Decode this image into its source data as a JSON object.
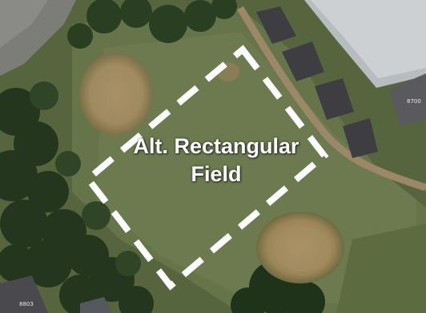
{
  "overlay": {
    "label_line1": "Alt. Rectangular",
    "label_line2": "Field",
    "dash_color": "#ffffff"
  },
  "address_labels": {
    "building_right": "8700",
    "bottom_left": "8803"
  },
  "icons": [
    "field-boundary-dashed",
    "baseball-infield",
    "building-roof",
    "trees"
  ]
}
